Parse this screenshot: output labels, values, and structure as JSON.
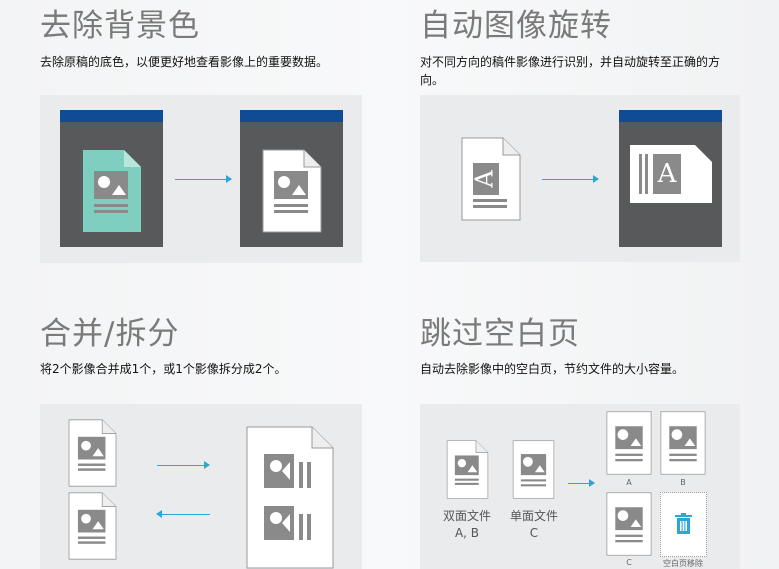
{
  "sections": [
    {
      "title": "去除背景色",
      "desc": "去除原稿的底色，以便更好地查看影像上的重要数据。"
    },
    {
      "title": "自动图像旋转",
      "desc": "对不同方向的稿件影像进行识别，并自动旋转至正确的方向。"
    },
    {
      "title": "合并/拆分",
      "desc": "将2个影像合并成1个，或1个影像拆分成2个。"
    },
    {
      "title": "跳过空白页",
      "desc": "自动去除影像中的空白页，节约文件的大小容量。"
    }
  ],
  "blank": {
    "duplex_label": "双面文件",
    "duplex_pages": "A, B",
    "simplex_label": "单面文件",
    "simplex_pages": "C",
    "out_a": "A",
    "out_b": "B",
    "out_c": "C",
    "removed": "空白页移除"
  },
  "rotate": {
    "letter": "A"
  },
  "colors": {
    "accent": "#2aa7d8",
    "header": "#0f4c95",
    "teal": "#7fcfc0"
  }
}
